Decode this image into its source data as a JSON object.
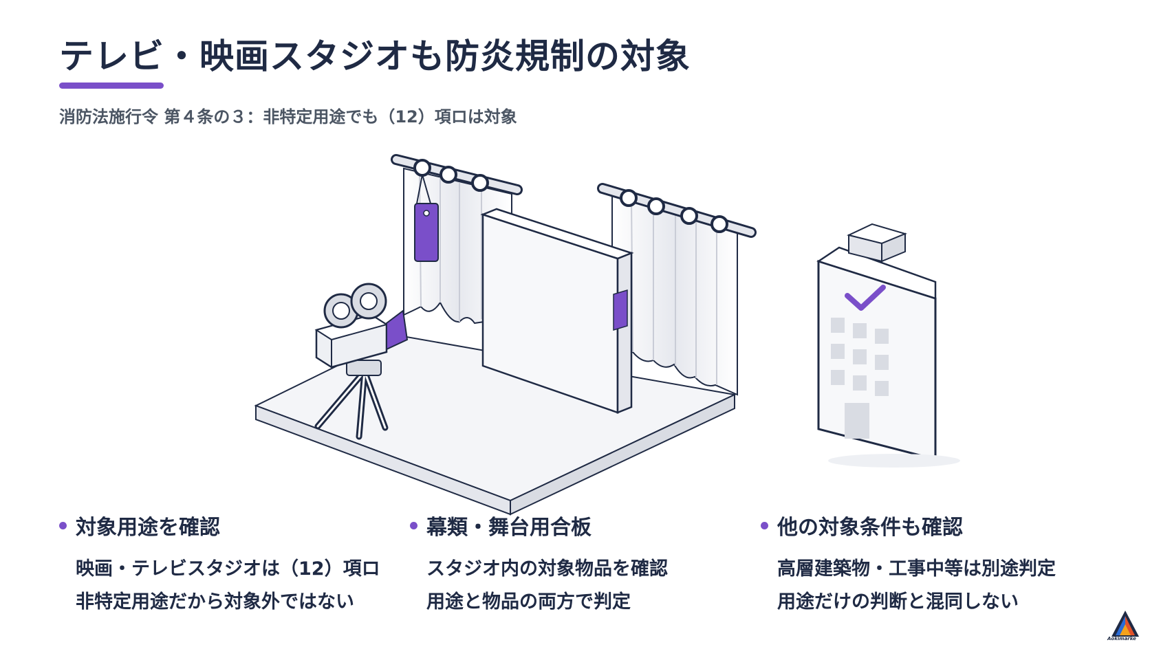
{
  "header": {
    "title": "テレビ・映画スタジオも防炎規制の対象",
    "subtitle": "消防法施行令 第４条の３：非特定用途でも（12）項ロは対象"
  },
  "points": [
    {
      "heading": "対象用途を確認",
      "lines": [
        "映画・テレビスタジオは（12）項ロ",
        "非特定用途だから対象外ではない"
      ]
    },
    {
      "heading": "幕類・舞台用合板",
      "lines": [
        "スタジオ内の対象物品を確認",
        "用途と物品の両方で判定"
      ]
    },
    {
      "heading": "他の対象条件も確認",
      "lines": [
        "高層建築物・工事中等は別途判定",
        "用途だけの判断と混同しない"
      ]
    }
  ],
  "logo": {
    "text": "Aokimarke"
  },
  "colors": {
    "accent": "#7a4fc9",
    "navy": "#1f2a44",
    "gray_text": "#4b5563",
    "light_fill": "#f1f2f5"
  },
  "icons": [
    "film-camera-icon",
    "curtain-icon",
    "flat-panel-icon",
    "building-check-icon",
    "tag-icon"
  ]
}
